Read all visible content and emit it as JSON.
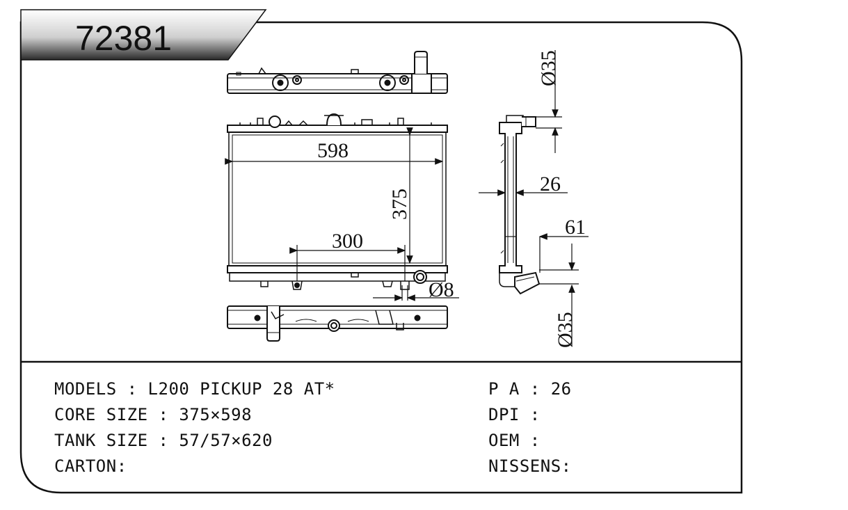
{
  "part_number": "72381",
  "dimensions": {
    "width": "598",
    "height": "375",
    "spacing": "300",
    "small_dia": "Ø8",
    "depth": "26",
    "offset": "61",
    "inlet_dia": "Ø35",
    "outlet_dia": "Ø35"
  },
  "specs": {
    "models": "MODELS : L200 PICKUP 28 AT*",
    "core_size": "CORE SIZE : 375×598",
    "tank_size": "TANK SIZE : 57/57×620",
    "carton": "CARTON:",
    "pa": "P A : 26",
    "dpi": "DPI :",
    "oem": "OEM :",
    "nissens": "NISSENS:"
  }
}
